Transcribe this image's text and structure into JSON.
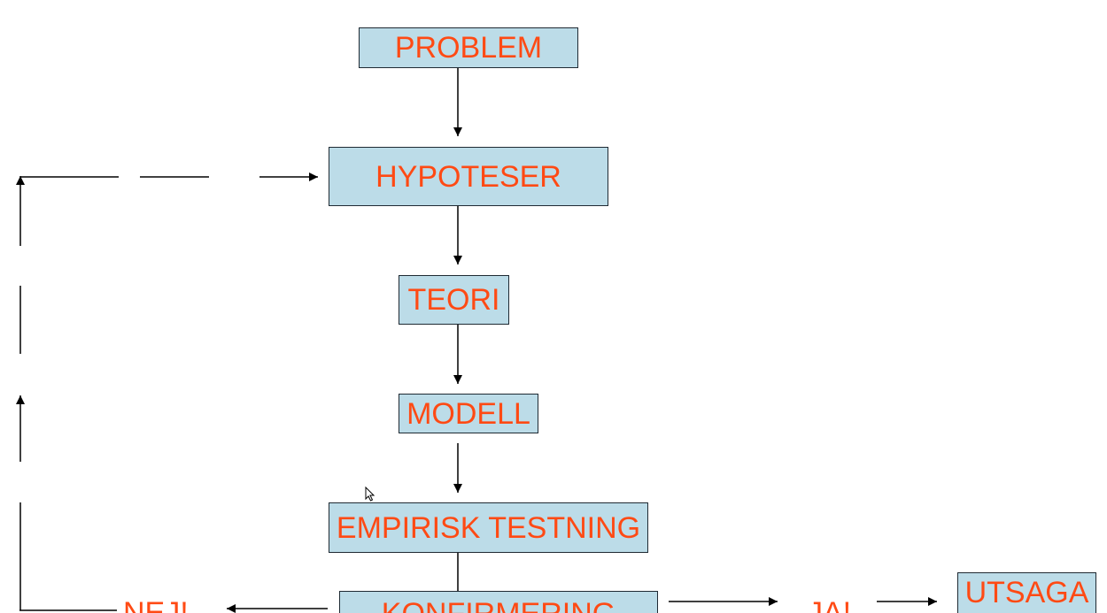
{
  "diagram": {
    "colors": {
      "box_fill": "#bcdce8",
      "box_border": "#1f2a33",
      "text": "#ff4a14",
      "line": "#000000"
    },
    "nodes": {
      "problem": "PROBLEM",
      "hypoteser": "HYPOTESER",
      "teori": "TEORI",
      "modell": "MODELL",
      "empirisk_testning": "EMPIRISK TESTNING",
      "konfirmering": "KONFIRMERING",
      "utsaga": "UTSAGA"
    },
    "branch_labels": {
      "nej": "NEJ!",
      "ja": "JA!"
    },
    "edges": [
      {
        "from": "PROBLEM",
        "to": "HYPOTESER"
      },
      {
        "from": "HYPOTESER",
        "to": "TEORI"
      },
      {
        "from": "TEORI",
        "to": "MODELL"
      },
      {
        "from": "MODELL",
        "to": "EMPIRISK TESTNING"
      },
      {
        "from": "EMPIRISK TESTNING",
        "to": "KONFIRMERING"
      },
      {
        "from": "KONFIRMERING",
        "to": "JA!"
      },
      {
        "from": "JA!",
        "to": "UTSAGA"
      },
      {
        "from": "KONFIRMERING",
        "to": "NEJ!"
      },
      {
        "from": "NEJ!",
        "to": "HYPOTESER",
        "style": "dashed"
      }
    ]
  }
}
